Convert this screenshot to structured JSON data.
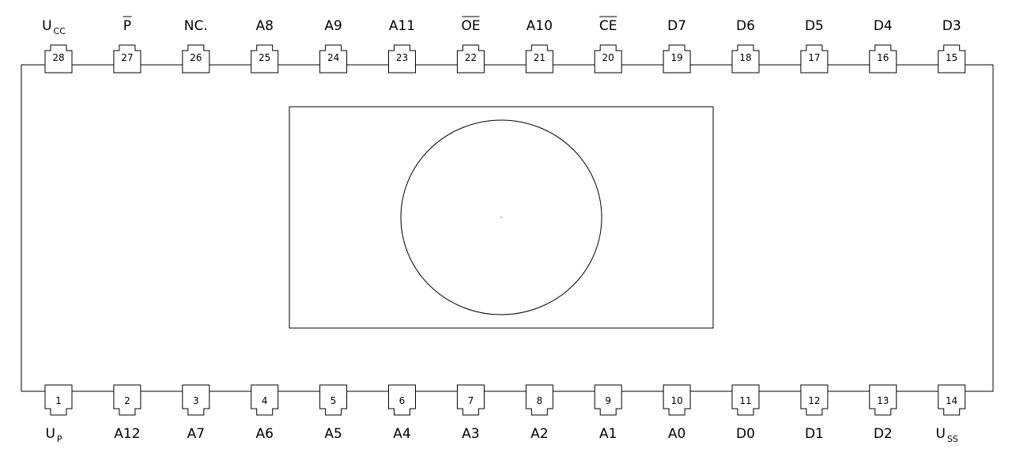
{
  "chip": {
    "top_pins": [
      {
        "number": "28",
        "label": "U",
        "sub": "CC",
        "overline": false
      },
      {
        "number": "27",
        "label": "P",
        "sub": "",
        "overline": true
      },
      {
        "number": "26",
        "label": "NC.",
        "sub": "",
        "overline": false
      },
      {
        "number": "25",
        "label": "A8",
        "sub": "",
        "overline": false
      },
      {
        "number": "24",
        "label": "A9",
        "sub": "",
        "overline": false
      },
      {
        "number": "23",
        "label": "A11",
        "sub": "",
        "overline": false
      },
      {
        "number": "22",
        "label": "OE",
        "sub": "",
        "overline": true
      },
      {
        "number": "21",
        "label": "A10",
        "sub": "",
        "overline": false
      },
      {
        "number": "20",
        "label": "CE",
        "sub": "",
        "overline": true
      },
      {
        "number": "19",
        "label": "D7",
        "sub": "",
        "overline": false
      },
      {
        "number": "18",
        "label": "D6",
        "sub": "",
        "overline": false
      },
      {
        "number": "17",
        "label": "D5",
        "sub": "",
        "overline": false
      },
      {
        "number": "16",
        "label": "D4",
        "sub": "",
        "overline": false
      },
      {
        "number": "15",
        "label": "D3",
        "sub": "",
        "overline": false
      }
    ],
    "bottom_pins": [
      {
        "number": "1",
        "label": "U",
        "sub": "P",
        "overline": false
      },
      {
        "number": "2",
        "label": "A12",
        "sub": "",
        "overline": false
      },
      {
        "number": "3",
        "label": "A7",
        "sub": "",
        "overline": false
      },
      {
        "number": "4",
        "label": "A6",
        "sub": "",
        "overline": false
      },
      {
        "number": "5",
        "label": "A5",
        "sub": "",
        "overline": false
      },
      {
        "number": "6",
        "label": "A4",
        "sub": "",
        "overline": false
      },
      {
        "number": "7",
        "label": "A3",
        "sub": "",
        "overline": false
      },
      {
        "number": "8",
        "label": "A2",
        "sub": "",
        "overline": false
      },
      {
        "number": "9",
        "label": "A1",
        "sub": "",
        "overline": false
      },
      {
        "number": "10",
        "label": "A0",
        "sub": "",
        "overline": false
      },
      {
        "number": "11",
        "label": "D0",
        "sub": "",
        "overline": false
      },
      {
        "number": "12",
        "label": "D1",
        "sub": "",
        "overline": false
      },
      {
        "number": "13",
        "label": "D2",
        "sub": "",
        "overline": false
      },
      {
        "number": "14",
        "label": "U",
        "sub": "SS",
        "overline": false
      }
    ]
  }
}
